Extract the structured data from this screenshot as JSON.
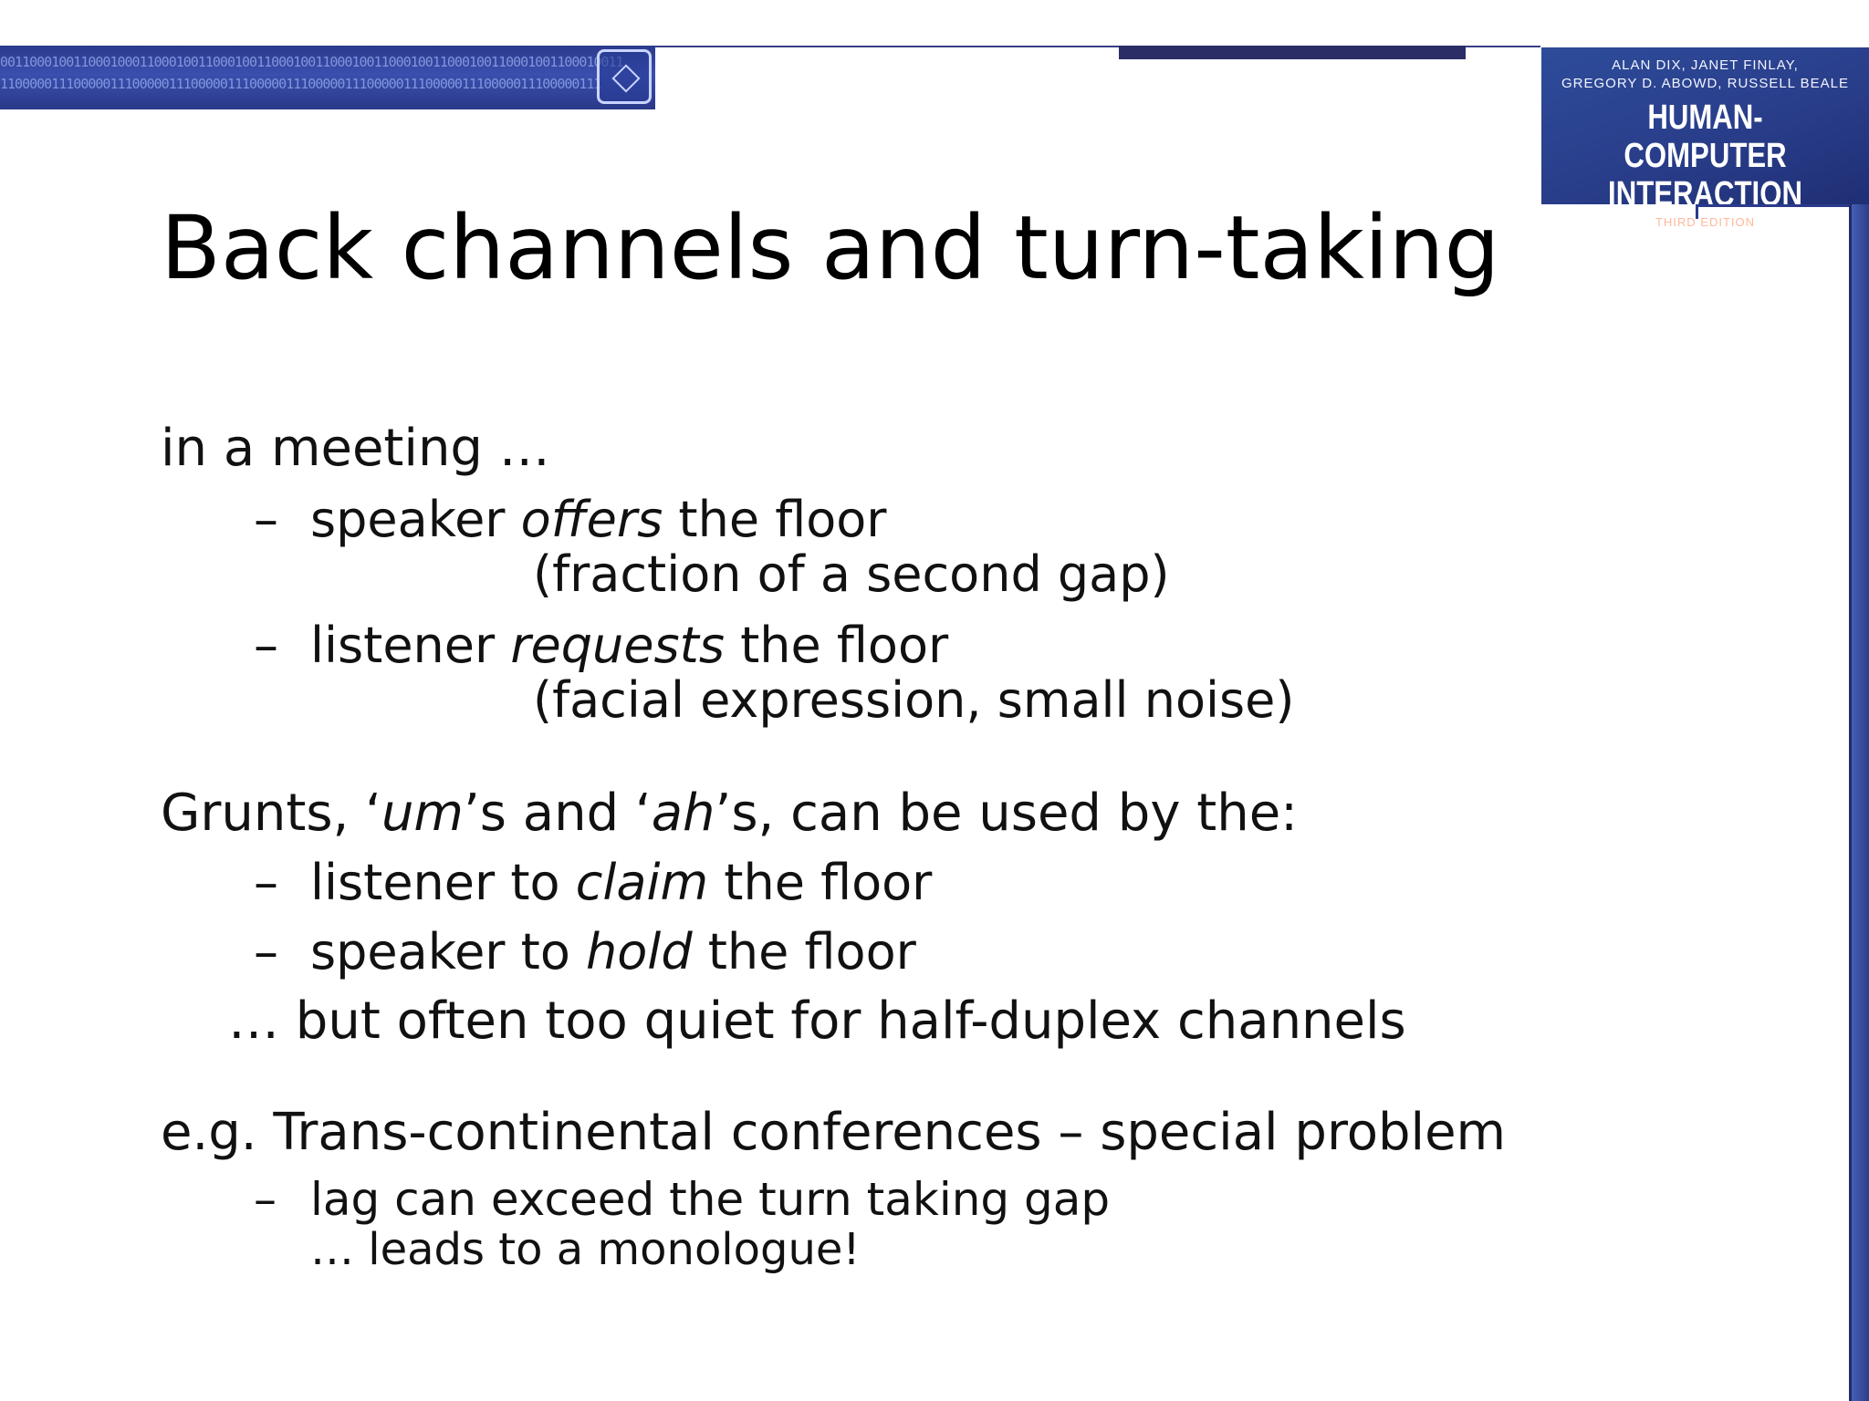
{
  "header": {
    "binary_pattern_row_1": "0011000100110001000110001001100010011000100110001001100010011000100110001001100010011",
    "binary_pattern_row_2": "1100000111000001110000011100000111000001110000011100000111000001110000011100000111"
  },
  "book_cover": {
    "authors_line_1": "ALAN DIX, JANET FINLAY,",
    "authors_line_2": "GREGORY D. ABOWD, RUSSELL BEALE",
    "title_line_1": "HUMAN-COMPUTER",
    "title_line_2": "INTERACTION",
    "edition": "THIRD EDITION"
  },
  "slide": {
    "title": "Back channels and turn-taking",
    "meeting": {
      "intro": "in a meeting …",
      "dash": "–",
      "offer": {
        "pre": "speaker ",
        "em": "offers",
        "post": " the floor",
        "note": "(fraction of a second gap)"
      },
      "request": {
        "pre": "listener ",
        "em": "requests",
        "post": " the floor",
        "note": "(facial expression, small noise)"
      }
    },
    "grunts": {
      "p1": "Grunts, ‘",
      "em1": "um",
      "p2": "’s and ‘",
      "em2": "ah",
      "p3": "’s, can be used by the:",
      "claim": {
        "pre": "listener to ",
        "em": "claim",
        "post": " the floor"
      },
      "hold": {
        "pre": "speaker to ",
        "em": "hold",
        "post": " the floor"
      },
      "but": "… but often too quiet for half-duplex channels"
    },
    "example": {
      "heading": "e.g. Trans-continental conferences – special problem",
      "lag": "lag can exceed the turn taking gap",
      "monologue": "… leads to a monologue!"
    }
  }
}
